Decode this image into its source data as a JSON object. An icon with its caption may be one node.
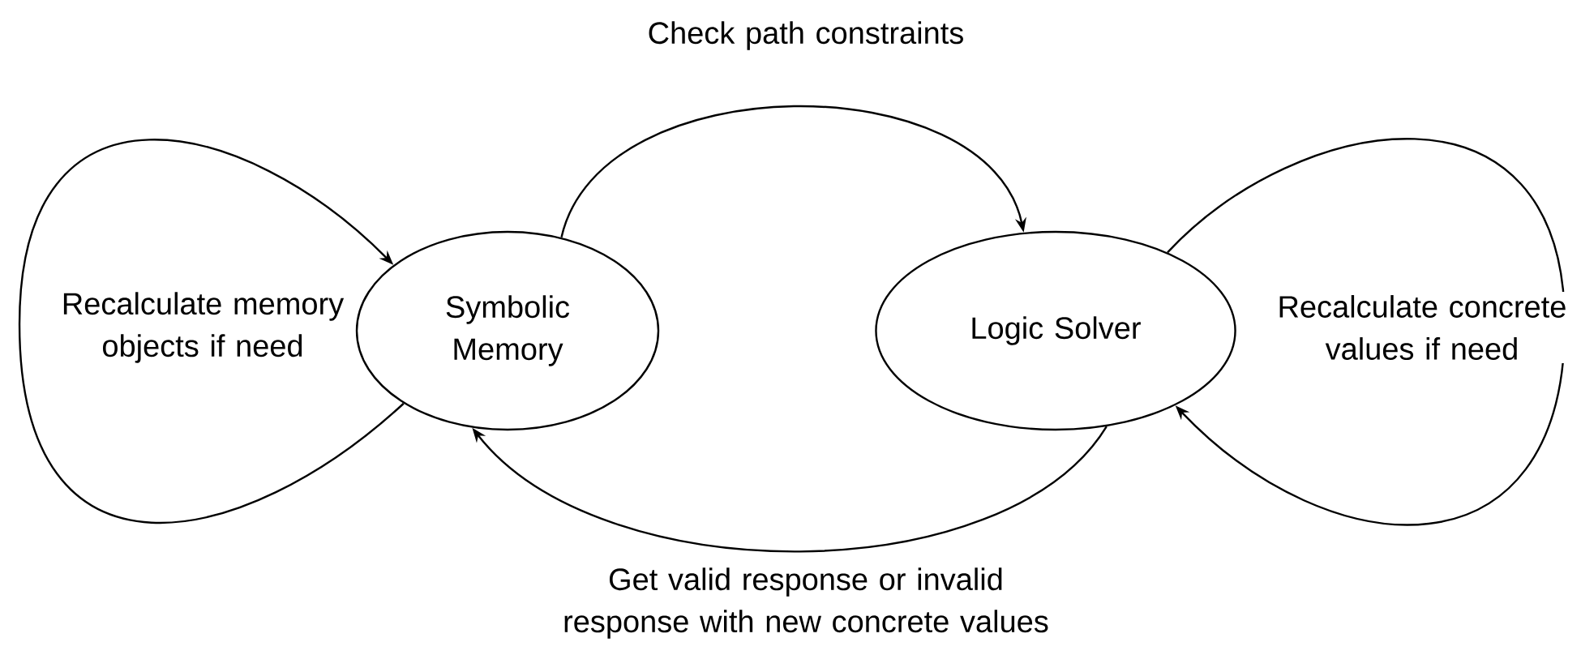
{
  "diagram": {
    "nodes": [
      {
        "text": [
          "Symbolic Memory"
        ]
      },
      {
        "text": [
          "Logic Solver"
        ]
      }
    ],
    "edges": [
      {
        "from": 0,
        "to": 1,
        "arrow": "to",
        "label": "Check path constraints"
      },
      {
        "from": 1,
        "to": 0,
        "arrow": "to",
        "label": "Get valid response or invalid response with new concrete values"
      },
      {
        "from": 0,
        "to": 0,
        "arrow": "to",
        "label": "Recalculate memory objects if need"
      },
      {
        "from": 1,
        "to": 1,
        "arrow": "to",
        "label": "Recalculate concrete values if need"
      }
    ]
  }
}
